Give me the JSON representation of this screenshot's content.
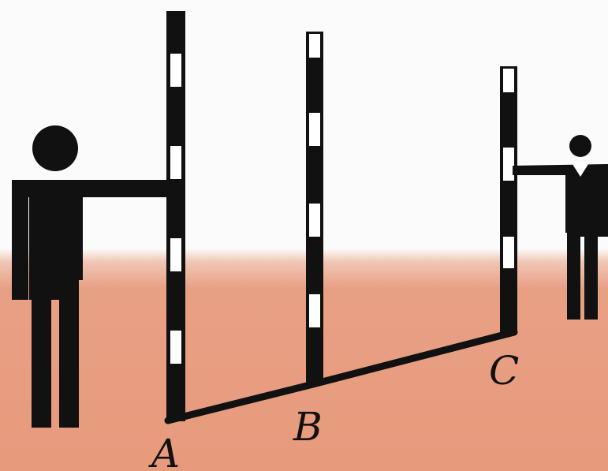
{
  "labels": {
    "A": "A",
    "B": "B",
    "C": "C"
  },
  "colors": {
    "sky": "#fbfbfb",
    "ground": "#e8a085",
    "ground_edge": "#f0c6b4",
    "ink": "#111111",
    "pole_light": "#ffffff"
  }
}
